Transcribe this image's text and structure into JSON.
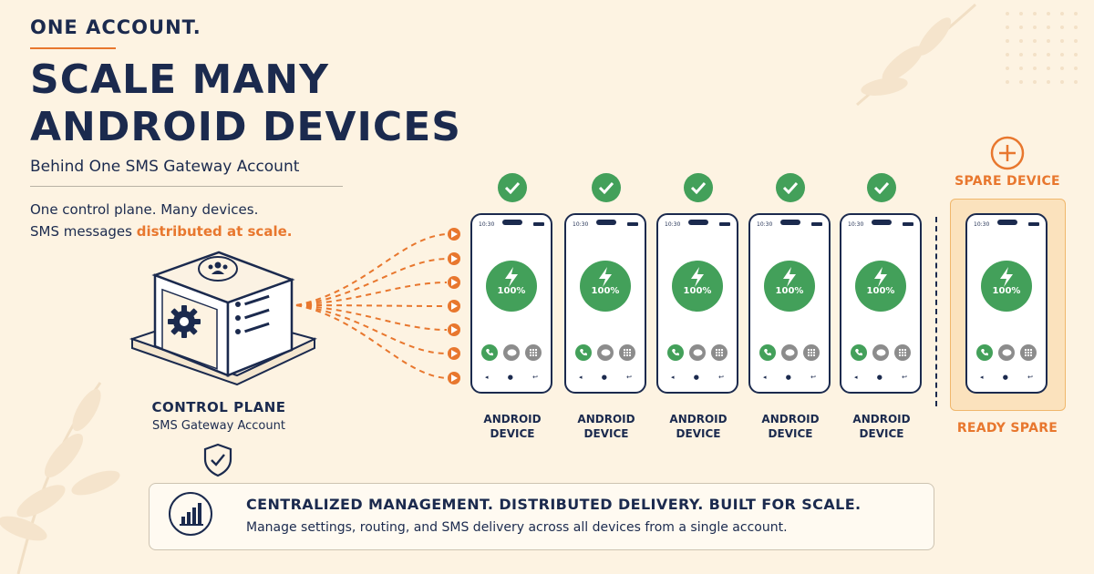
{
  "header": {
    "kicker": "ONE ACCOUNT.",
    "headline_line1": "SCALE MANY",
    "headline_line2": "ANDROID DEVICES",
    "subhead": "Behind One SMS Gateway Account"
  },
  "description": {
    "line1": "One control plane. Many devices.",
    "line2_prefix": "SMS messages ",
    "line2_highlight": "distributed at scale."
  },
  "control_plane": {
    "title": "CONTROL PLANE",
    "subtitle": "SMS Gateway Account",
    "icons": [
      "users-icon",
      "gear-icon",
      "list-icon",
      "shield-check-icon"
    ]
  },
  "devices": [
    {
      "label_line1": "ANDROID",
      "label_line2": "DEVICE",
      "time": "10:30",
      "battery": "100%",
      "status": "checked"
    },
    {
      "label_line1": "ANDROID",
      "label_line2": "DEVICE",
      "time": "10:30",
      "battery": "100%",
      "status": "checked"
    },
    {
      "label_line1": "ANDROID",
      "label_line2": "DEVICE",
      "time": "10:30",
      "battery": "100%",
      "status": "checked"
    },
    {
      "label_line1": "ANDROID",
      "label_line2": "DEVICE",
      "time": "10:30",
      "battery": "100%",
      "status": "checked"
    },
    {
      "label_line1": "ANDROID",
      "label_line2": "DEVICE",
      "time": "10:30",
      "battery": "100%",
      "status": "checked"
    }
  ],
  "spare": {
    "title": "SPARE DEVICE",
    "subtitle": "READY SPARE",
    "time": "10:30",
    "battery": "100%",
    "icon": "plus-circle-icon"
  },
  "footer": {
    "title": "CENTRALIZED MANAGEMENT. DISTRIBUTED DELIVERY. BUILT FOR SCALE.",
    "text": "Manage settings, routing, and SMS delivery across all devices from a single account.",
    "icon": "bar-chart-icon"
  },
  "colors": {
    "background": "#fdf3e2",
    "navy": "#1b2a4e",
    "accent_orange": "#e8772e",
    "status_green": "#43a05a",
    "spare_panel": "#fbe2bd"
  }
}
